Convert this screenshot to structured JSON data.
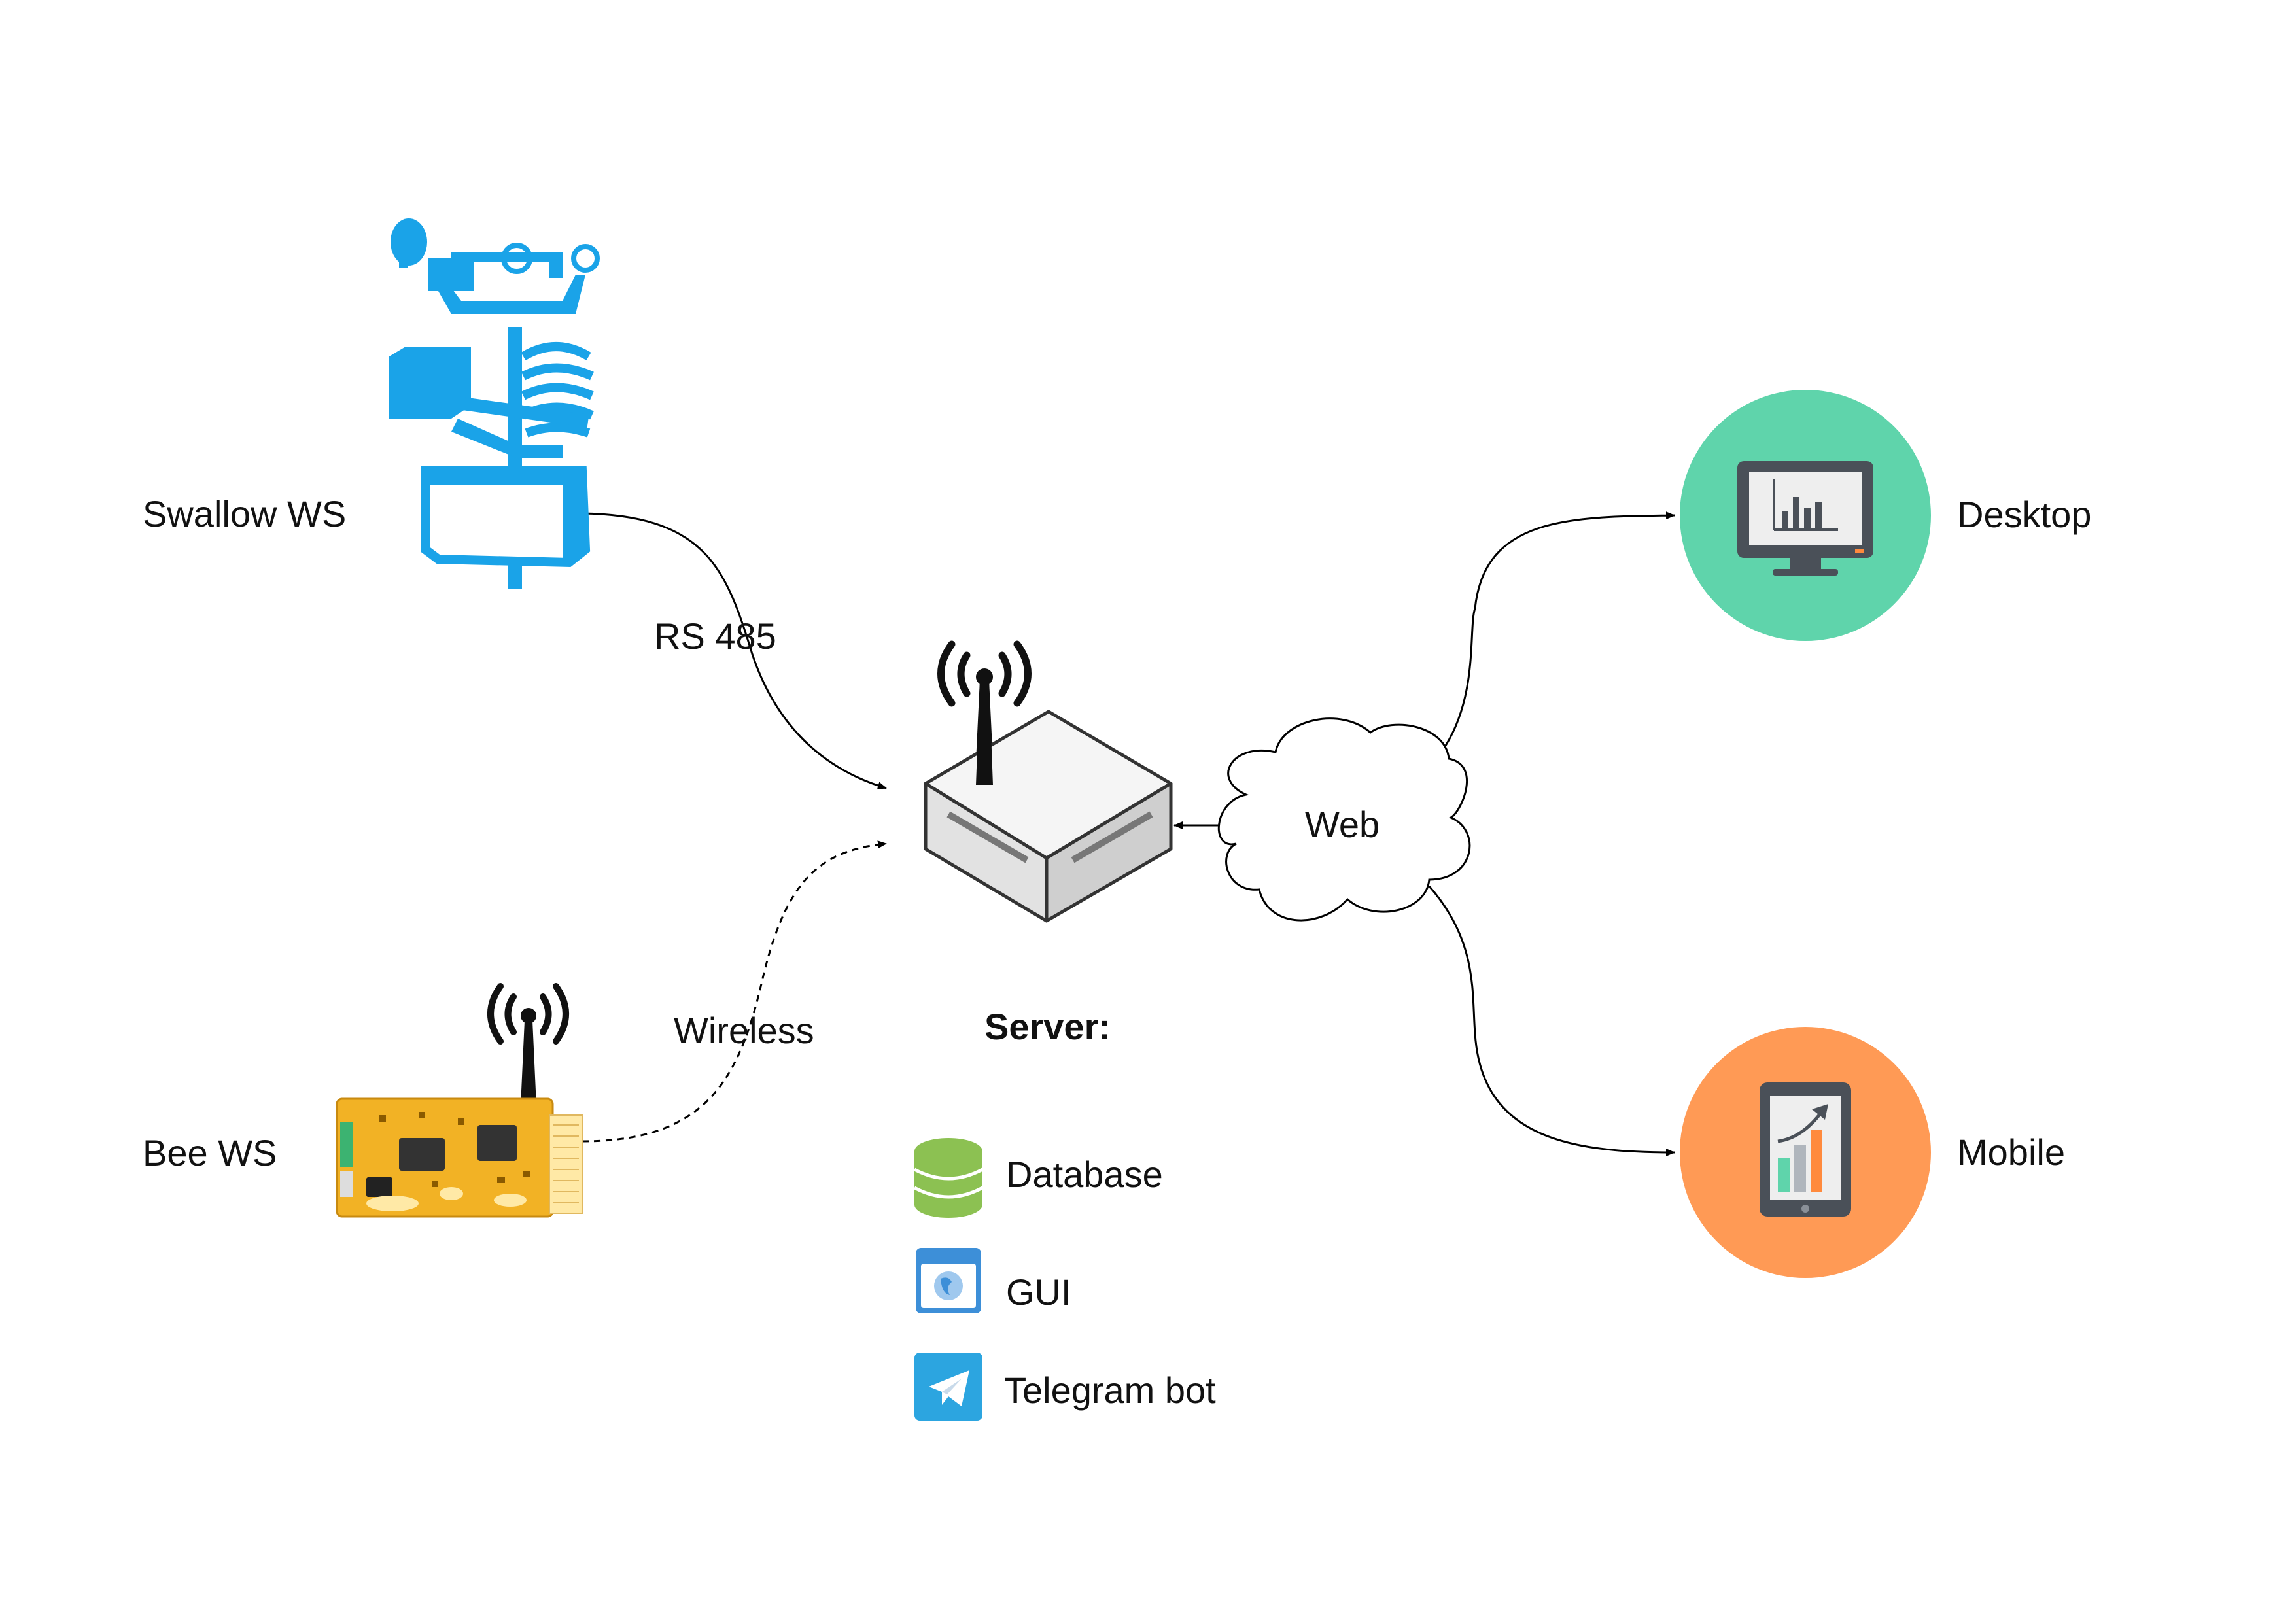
{
  "nodes": {
    "swallow_ws": "Swallow WS",
    "bee_ws": "Bee WS",
    "web": "Web",
    "desktop": "Desktop",
    "mobile": "Mobile"
  },
  "edges": {
    "rs485": "RS 485",
    "wireless": "Wireless"
  },
  "server": {
    "title": "Server:",
    "items": [
      {
        "label": "Database",
        "icon": "database-icon"
      },
      {
        "label": "GUI",
        "icon": "browser-window-icon"
      },
      {
        "label": "Telegram bot",
        "icon": "telegram-icon"
      }
    ]
  },
  "colors": {
    "weather_station_blue": "#1aa3e8",
    "desktop_circle": "#5fd4ab",
    "mobile_circle": "#ff9a55",
    "database_green": "#8cc152",
    "telegram_blue": "#2ca5e0",
    "board_yellow": "#f2b225",
    "server_gray": "#d9d9d9"
  }
}
